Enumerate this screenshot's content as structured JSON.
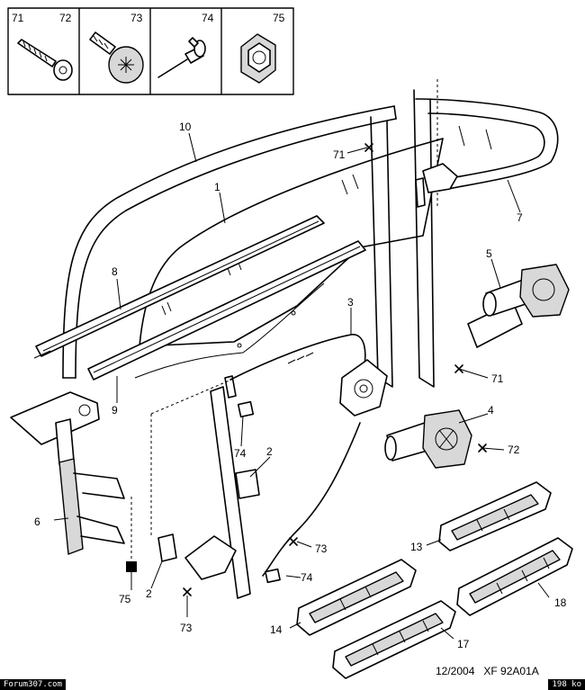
{
  "legend_box": {
    "cells": [
      {
        "labels": [
          "71",
          "72"
        ],
        "icon": "wood-screw-icon"
      },
      {
        "labels": [
          "73"
        ],
        "icon": "torx-bolt-icon"
      },
      {
        "labels": [
          "74"
        ],
        "icon": "rivet-icon"
      },
      {
        "labels": [
          "75"
        ],
        "icon": "clip-nut-icon"
      }
    ]
  },
  "callouts": {
    "c1": "1",
    "c2a": "2",
    "c2b": "2",
    "c3": "3",
    "c4": "4",
    "c5": "5",
    "c6": "6",
    "c7": "7",
    "c8": "8",
    "c9": "9",
    "c10": "10",
    "c13": "13",
    "c14": "14",
    "c17": "17",
    "c18": "18",
    "c71a": "71",
    "c71b": "71",
    "c72": "72",
    "c73a": "73",
    "c73b": "73",
    "c74a": "74",
    "c74b": "74",
    "c75": "75"
  },
  "footer": {
    "reference": "12/2004   XF 92A01A",
    "site_badge": "Forum307.com",
    "size_badge": "198 ko"
  }
}
